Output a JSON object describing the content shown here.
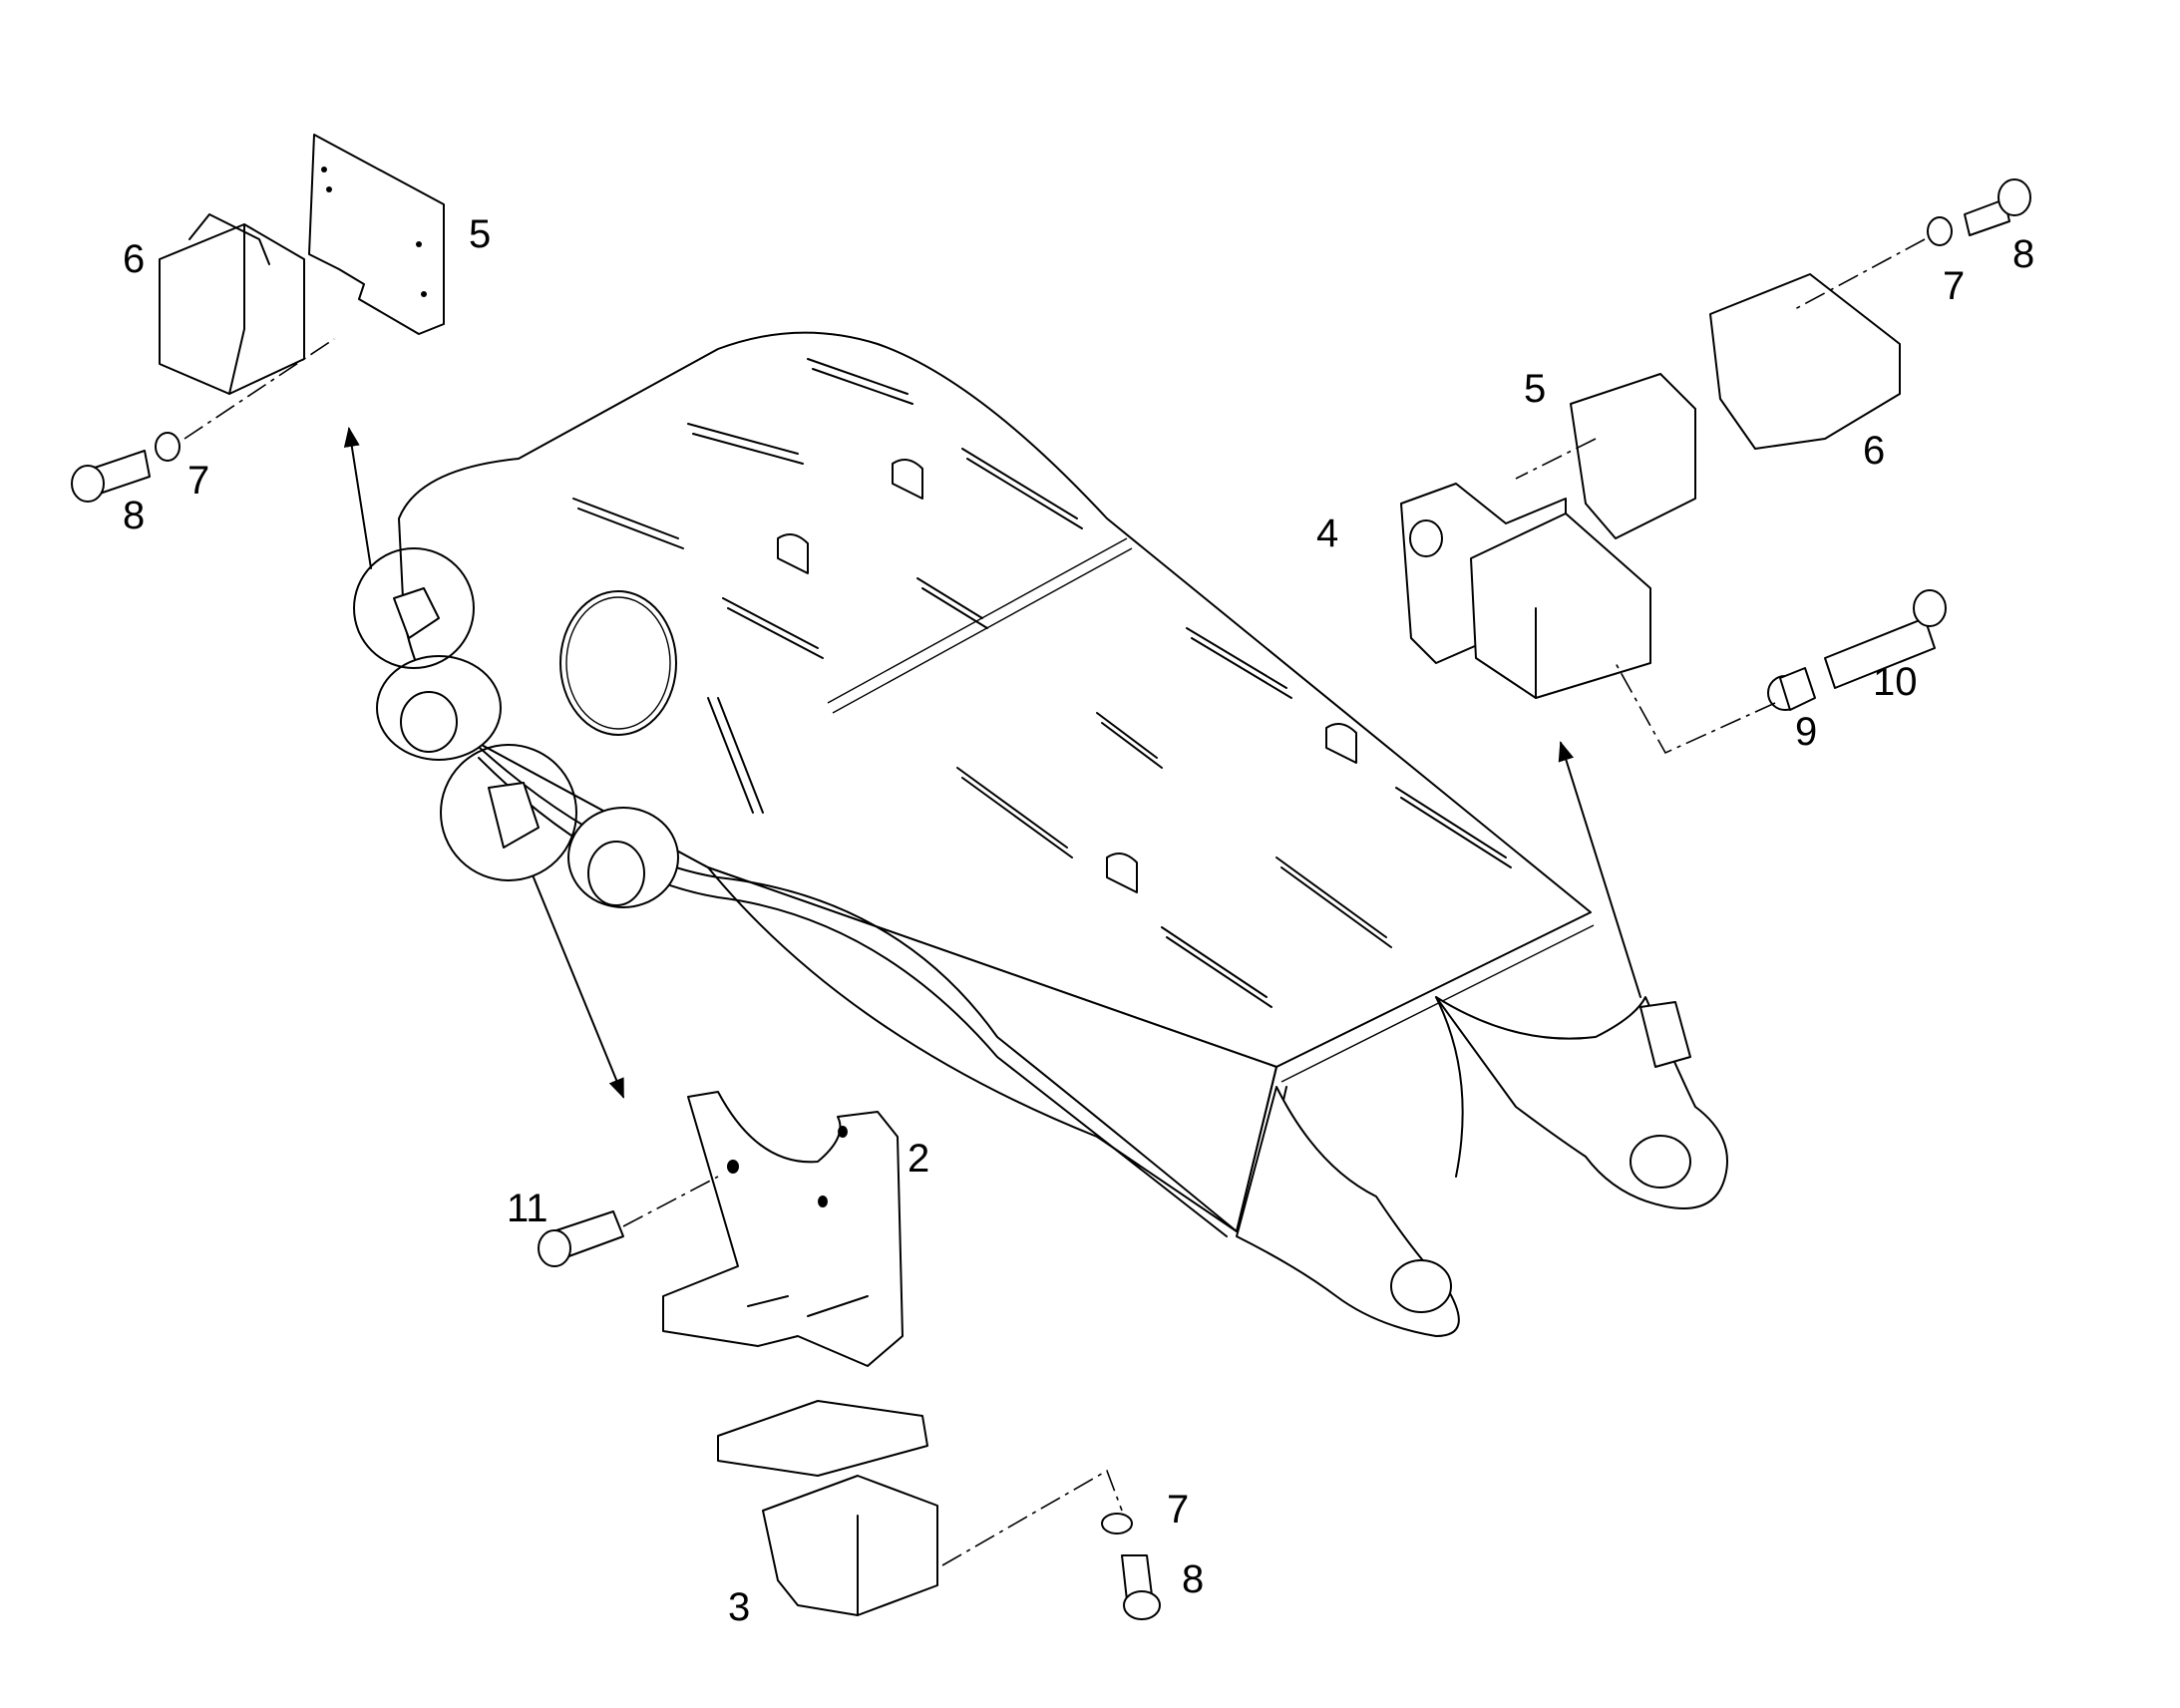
{
  "callouts": [
    {
      "id": "c6a",
      "text": "6"
    },
    {
      "id": "c5a",
      "text": "5"
    },
    {
      "id": "c8a",
      "text": "8"
    },
    {
      "id": "c7a",
      "text": "7"
    },
    {
      "id": "c7b",
      "text": "7"
    },
    {
      "id": "c8b",
      "text": "8"
    },
    {
      "id": "c5b",
      "text": "5"
    },
    {
      "id": "c4",
      "text": "4"
    },
    {
      "id": "c6b",
      "text": "6"
    },
    {
      "id": "c9",
      "text": "9"
    },
    {
      "id": "c10",
      "text": "10"
    },
    {
      "id": "c2",
      "text": "2"
    },
    {
      "id": "c11",
      "text": "11"
    },
    {
      "id": "c7c",
      "text": "7"
    },
    {
      "id": "c8c",
      "text": "8"
    },
    {
      "id": "c3",
      "text": "3"
    }
  ]
}
